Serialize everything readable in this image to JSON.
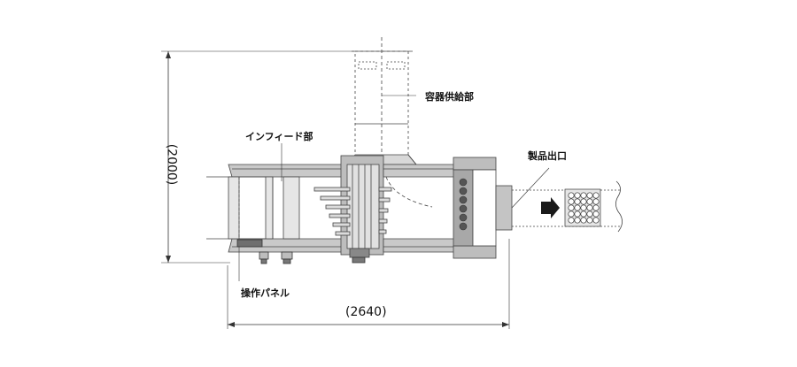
{
  "labels": {
    "container_supply": "容器供給部",
    "infeed": "インフィード部",
    "product_outlet": "製品出口",
    "control_panel": "操作パネル"
  },
  "dimensions": {
    "height": "(2000)",
    "width": "(2640)"
  },
  "colors": {
    "line": "#3a3a3a",
    "fill_light": "#d8d8d8",
    "fill_mid": "#bdbdbd",
    "fill_dark": "#6f6f6f",
    "arrow": "#1a1a1a"
  }
}
